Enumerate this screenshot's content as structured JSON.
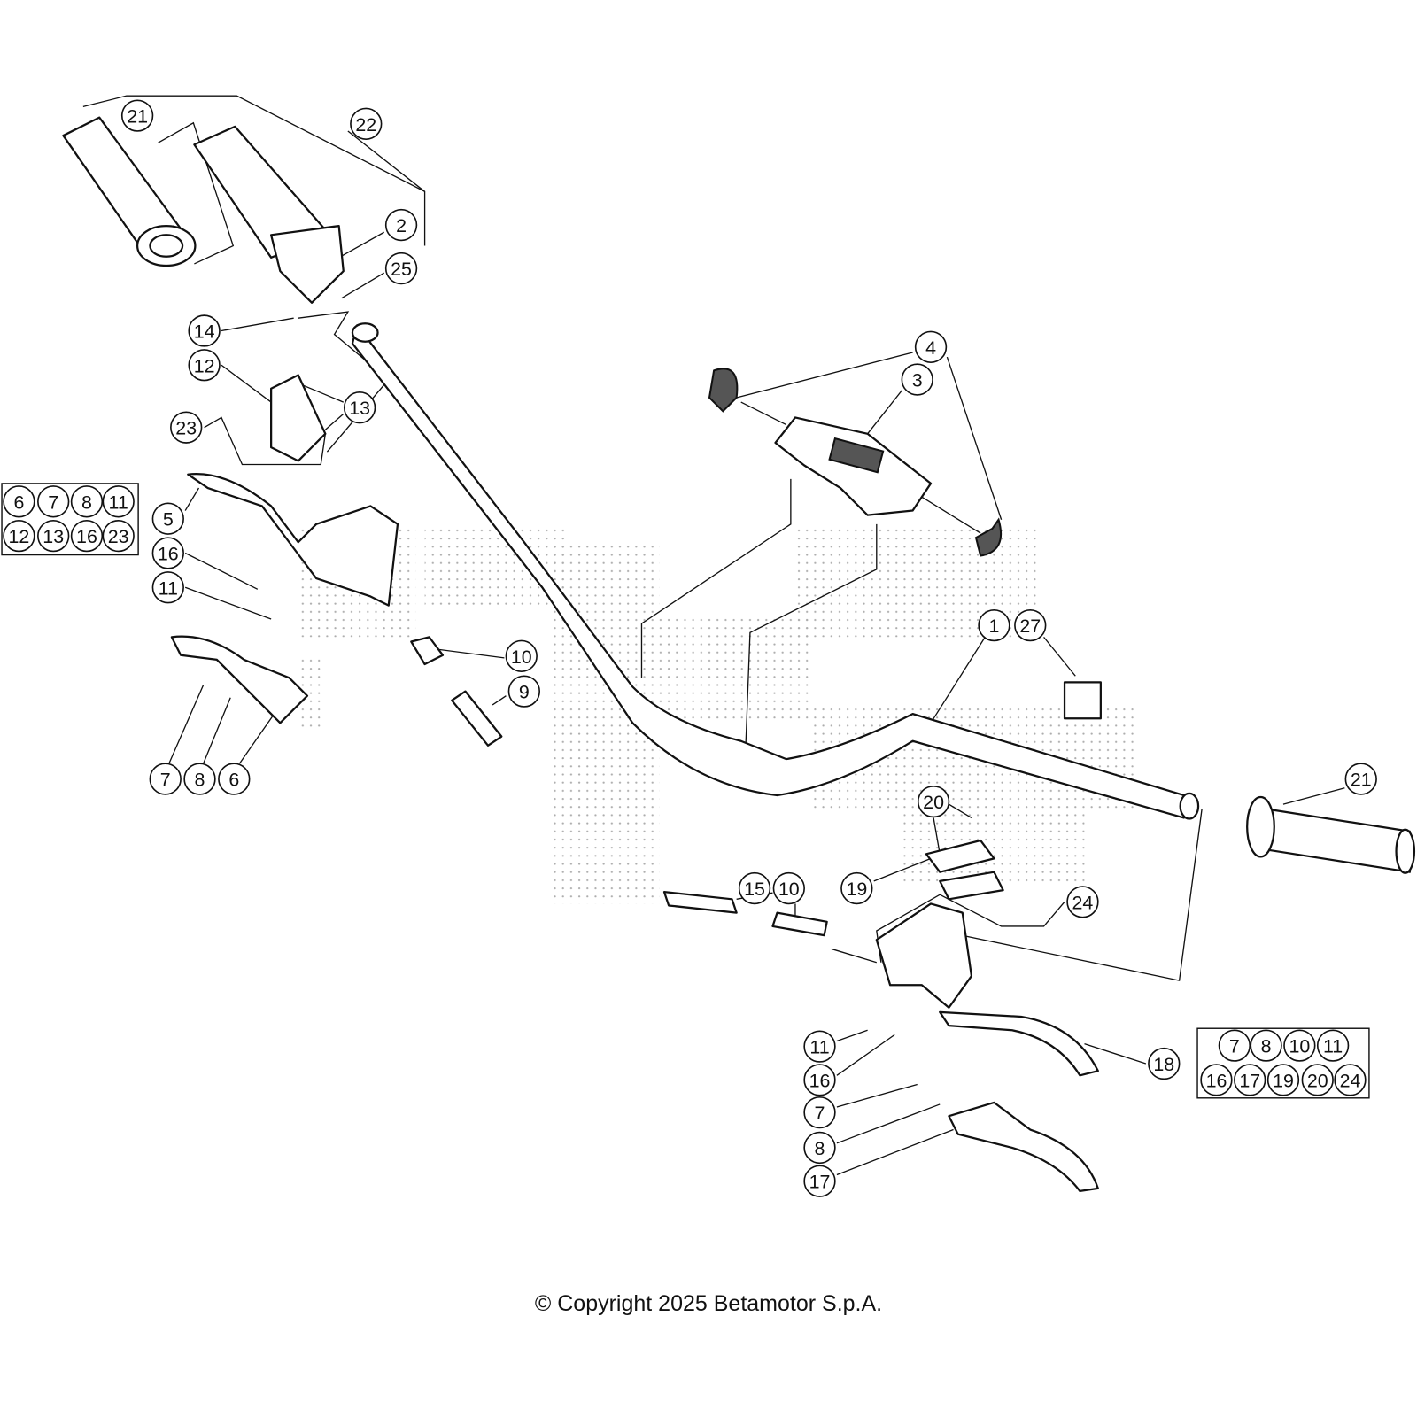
{
  "diagram": {
    "callouts": [
      "21",
      "22",
      "2",
      "25",
      "14",
      "12",
      "13",
      "23",
      "5",
      "16",
      "11",
      "4",
      "3",
      "1",
      "27",
      "10",
      "9",
      "7",
      "8",
      "6",
      "21",
      "20",
      "19",
      "15",
      "10",
      "24",
      "18",
      "11",
      "16",
      "7",
      "8",
      "17"
    ],
    "kit_left": {
      "ref": "5",
      "items": [
        "6",
        "7",
        "8",
        "11",
        "12",
        "13",
        "16",
        "23"
      ]
    },
    "kit_right": {
      "ref": "18",
      "items": [
        "7",
        "8",
        "10",
        "11",
        "16",
        "17",
        "19",
        "20",
        "24"
      ]
    }
  },
  "footer": {
    "copyright": "© Copyright 2025 Betamotor S.p.A."
  }
}
